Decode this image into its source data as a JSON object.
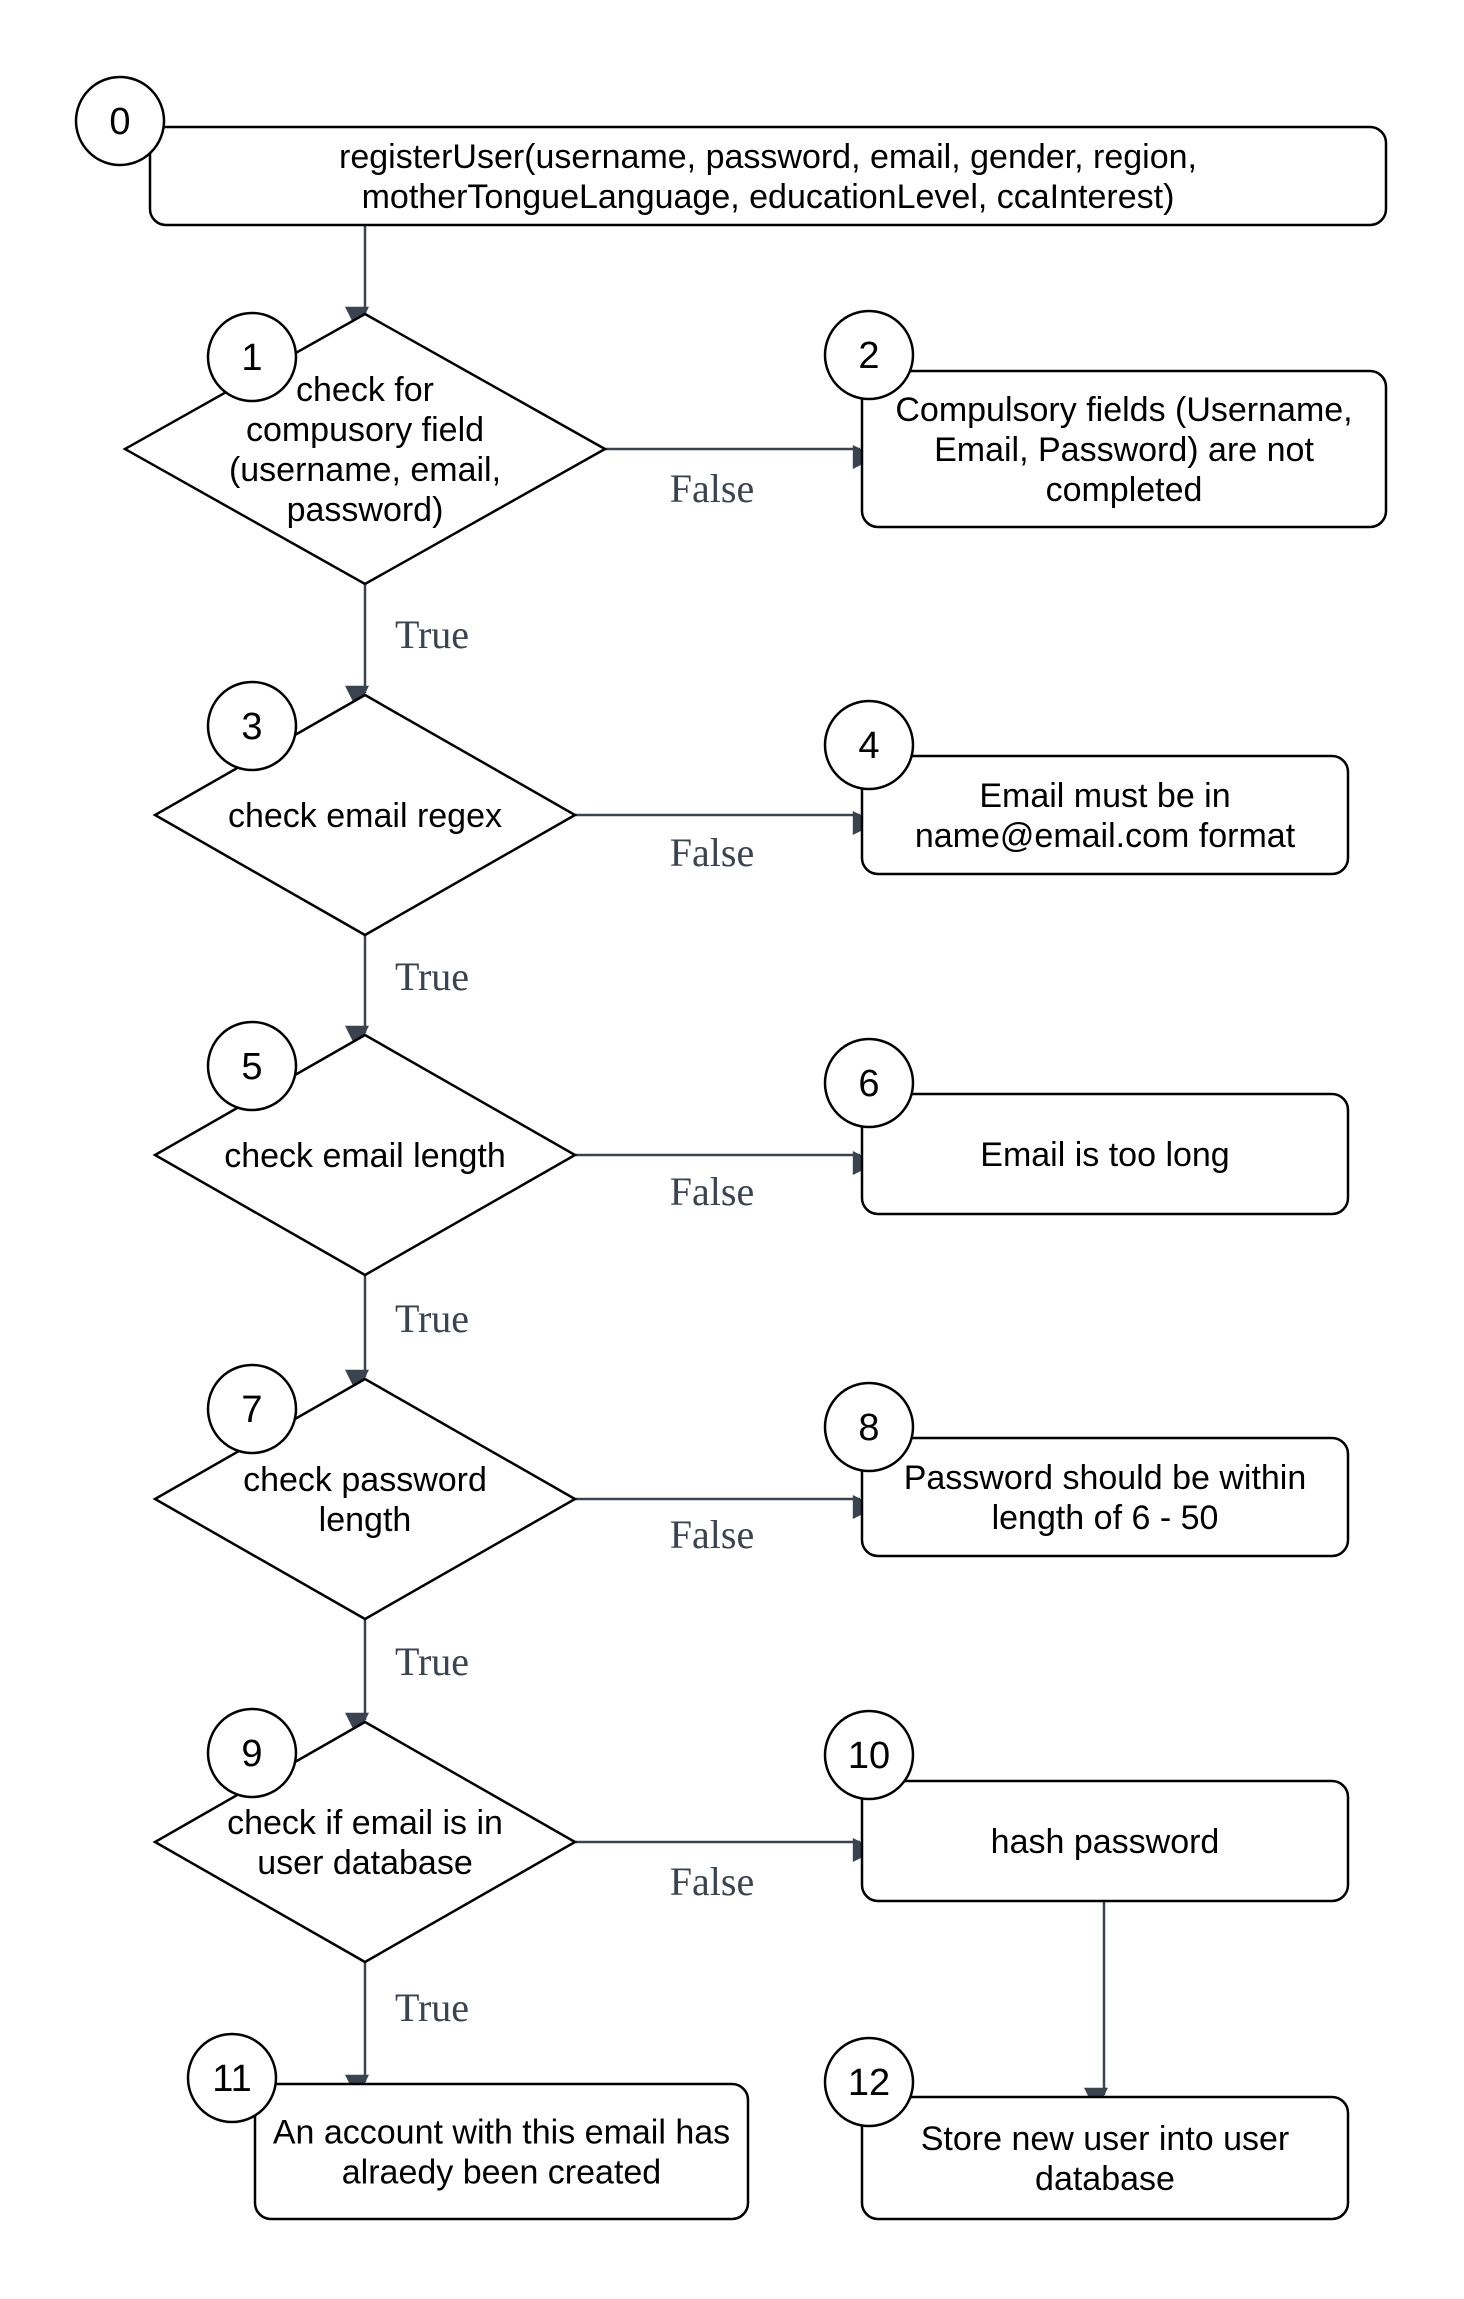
{
  "nodes": [
    {
      "id": "0",
      "shape": "rect",
      "lines": [
        "registerUser(username, password, email, gender, region,",
        "motherTongueLanguage, educationLevel, ccaInterest)"
      ]
    },
    {
      "id": "1",
      "shape": "diamond",
      "lines": [
        "check for",
        "compusory field",
        "(username, email,",
        "password)"
      ]
    },
    {
      "id": "2",
      "shape": "rect",
      "lines": [
        "Compulsory fields (Username,",
        "Email, Password) are not",
        "completed"
      ]
    },
    {
      "id": "3",
      "shape": "diamond",
      "lines": [
        "check email regex"
      ]
    },
    {
      "id": "4",
      "shape": "rect",
      "lines": [
        "Email must be in",
        "name@email.com format"
      ]
    },
    {
      "id": "5",
      "shape": "diamond",
      "lines": [
        "check email length"
      ]
    },
    {
      "id": "6",
      "shape": "rect",
      "lines": [
        "Email is too long"
      ]
    },
    {
      "id": "7",
      "shape": "diamond",
      "lines": [
        "check password",
        "length"
      ]
    },
    {
      "id": "8",
      "shape": "rect",
      "lines": [
        "Password should be within",
        "length of 6 - 50"
      ]
    },
    {
      "id": "9",
      "shape": "diamond",
      "lines": [
        "check if email is in",
        "user database"
      ]
    },
    {
      "id": "10",
      "shape": "rect",
      "lines": [
        "hash password"
      ]
    },
    {
      "id": "11",
      "shape": "rect",
      "lines": [
        "An account with this email has",
        "alraedy been created"
      ]
    },
    {
      "id": "12",
      "shape": "rect",
      "lines": [
        "Store new user into user",
        "database"
      ]
    }
  ],
  "edges": [
    {
      "from": "0",
      "to": "1",
      "label": ""
    },
    {
      "from": "1",
      "to": "2",
      "label": "False"
    },
    {
      "from": "1",
      "to": "3",
      "label": "True"
    },
    {
      "from": "3",
      "to": "4",
      "label": "False"
    },
    {
      "from": "3",
      "to": "5",
      "label": "True"
    },
    {
      "from": "5",
      "to": "6",
      "label": "False"
    },
    {
      "from": "5",
      "to": "7",
      "label": "True"
    },
    {
      "from": "7",
      "to": "8",
      "label": "False"
    },
    {
      "from": "7",
      "to": "9",
      "label": "True"
    },
    {
      "from": "9",
      "to": "10",
      "label": "False"
    },
    {
      "from": "9",
      "to": "11",
      "label": "True"
    },
    {
      "from": "10",
      "to": "12",
      "label": ""
    }
  ]
}
